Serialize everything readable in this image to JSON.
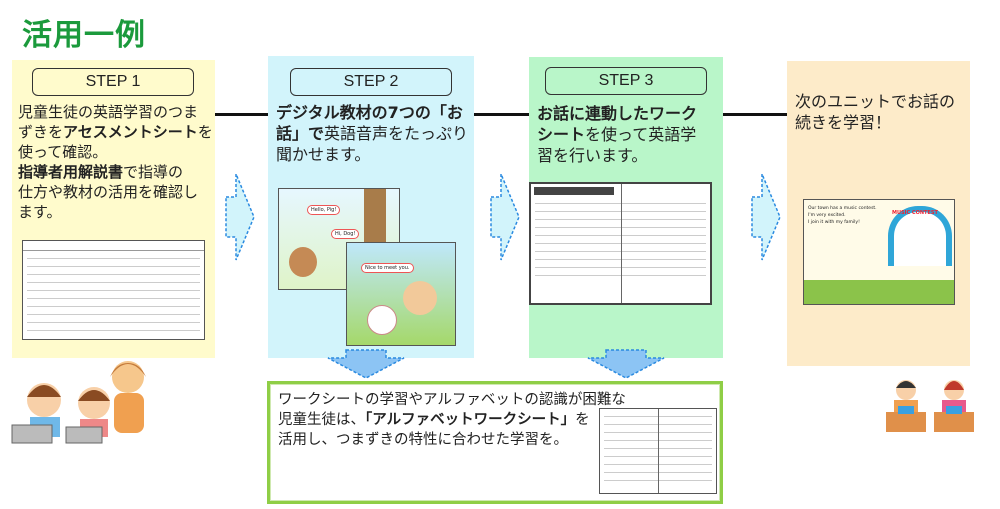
{
  "title": "活用一例",
  "steps": [
    {
      "label": "STEP 1",
      "lines": [
        [
          "児童生徒の英語学習のつま"
        ],
        [
          "ずきを",
          "アセスメントシート",
          "を"
        ],
        [
          "使って確認。"
        ],
        [
          "",
          "指導者用解説書",
          "で指導の"
        ],
        [
          "仕方や教材の活用を確認し"
        ],
        [
          "ます。"
        ]
      ]
    },
    {
      "label": "STEP 2",
      "lines": [
        [
          "",
          "デジタル教材の7つの「お",
          ""
        ],
        [
          "",
          "話」で",
          "英語音声をたっぷり"
        ],
        [
          "聞かせます。"
        ]
      ]
    },
    {
      "label": "STEP 3",
      "lines": [
        [
          "",
          "お話に連動したワーク",
          ""
        ],
        [
          "",
          "シート",
          "を使って英語学"
        ],
        [
          "習を行います。"
        ]
      ]
    },
    {
      "lines": [
        [
          "次のユニットでお話の"
        ],
        [
          "続きを学習！"
        ]
      ]
    }
  ],
  "bottom": {
    "line1": "ワークシートの学習やアルファベットの認識が困難な",
    "line2_pre": "児童生徒は、",
    "line2_bold": "「アルファベットワークシート」",
    "line2_post": "を",
    "line3": "活用し、つまずきの特性に合わせた学習を。"
  },
  "images": {
    "story_bubbles": [
      "Hello, Pig!",
      "Hi, Dog!",
      "Nice to meet you."
    ],
    "contest_text": [
      "Our town has a music contest.",
      "I'm very excited.",
      "I join it with my family!"
    ],
    "contest_banner": "MUSIC CONTEST"
  },
  "colors": {
    "title": "#1b9a3c",
    "step1": "#fffbcc",
    "step2": "#d2f4fb",
    "step3": "#b9f6c9",
    "step4": "#fdebc9",
    "bottom_border": "#8fce46"
  }
}
